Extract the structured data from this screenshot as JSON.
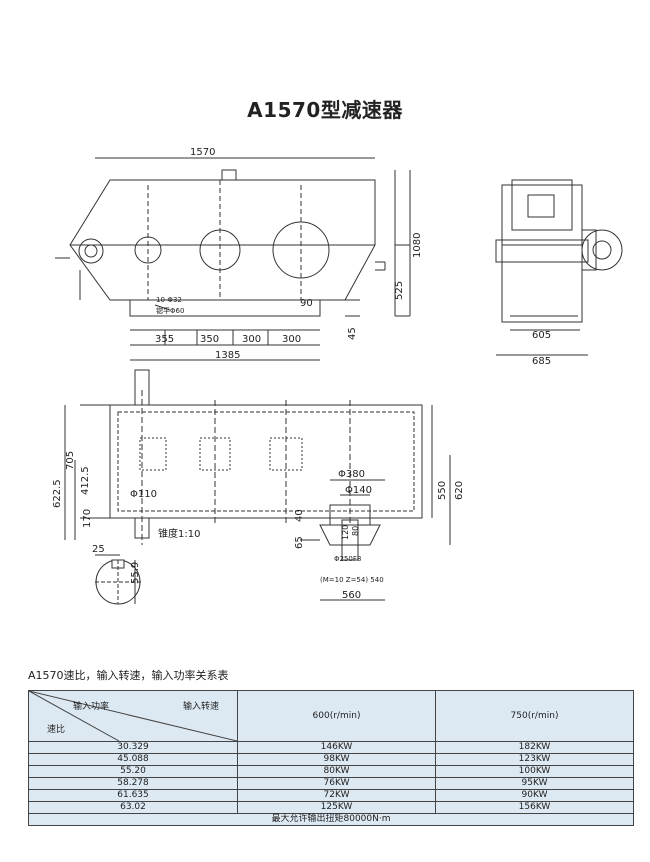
{
  "title": "A1570型减速器",
  "dims": {
    "w1570": "1570",
    "h1080": "1080",
    "h525": "525",
    "d90": "90",
    "d45": "45",
    "bolt": "10-Φ32",
    "pad": "锪平Φ60",
    "b355": "355",
    "b350": "350",
    "b300a": "300",
    "b300b": "300",
    "b1385": "1385",
    "s605": "605",
    "s685": "685",
    "v705": "705",
    "v4125": "412.5",
    "v6225": "622.5",
    "phi110": "Φ110",
    "v170": "170",
    "taper": "锥度1:10",
    "phi380": "Φ380",
    "phi140": "Φ140",
    "v550": "550",
    "v620": "620",
    "v40": "40",
    "v65": "65",
    "v120": "120",
    "v80": "80",
    "phi250": "Φ250F8",
    "gear": "(M=10  Z=54) 540",
    "w560": "560",
    "k25": "25",
    "k559": "55.9"
  },
  "table": {
    "caption": "A1570速比，输入转速，输入功率关系表",
    "hdr_power": "输入功率",
    "hdr_speed": "输入转速",
    "hdr_ratio": "速比",
    "col1": "600(r/min)",
    "col2": "750(r/min)",
    "rows": [
      {
        "ratio": "30.329",
        "p600": "146KW",
        "p750": "182KW"
      },
      {
        "ratio": "45.088",
        "p600": "98KW",
        "p750": "123KW"
      },
      {
        "ratio": "55.20",
        "p600": "80KW",
        "p750": "100KW"
      },
      {
        "ratio": "58.278",
        "p600": "76KW",
        "p750": "95KW"
      },
      {
        "ratio": "61.635",
        "p600": "72KW",
        "p750": "90KW"
      },
      {
        "ratio": "63.02",
        "p600": "125KW",
        "p750": "156KW"
      }
    ],
    "footer": "最大允许输出扭矩80000N·m"
  }
}
